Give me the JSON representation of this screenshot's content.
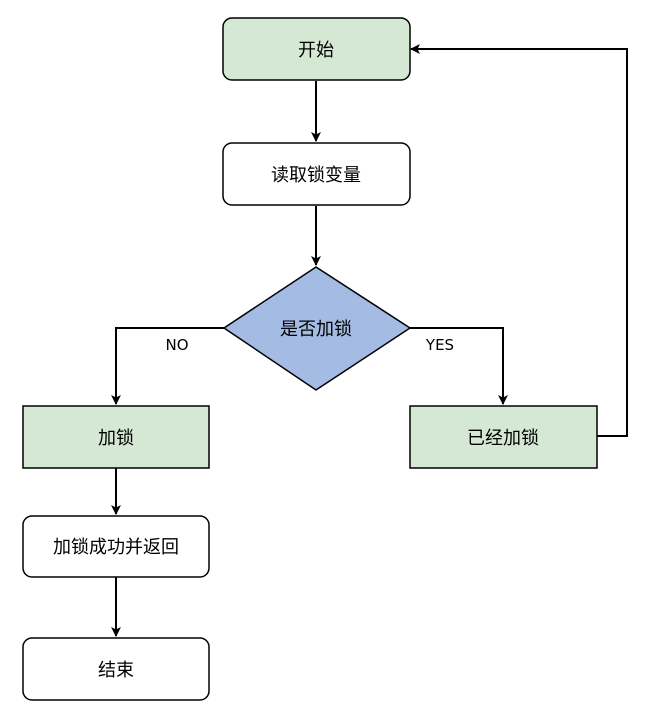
{
  "colors": {
    "green_fill": "#d5e8d4",
    "white_fill": "#ffffff",
    "blue_fill": "#a4bbe4",
    "stroke": "#000000"
  },
  "nodes": {
    "start": "开始",
    "read_lock": "读取锁变量",
    "is_locked": "是否加锁",
    "lock": "加锁",
    "already_locked": "已经加锁",
    "lock_success": "加锁成功并返回",
    "end": "结束"
  },
  "edge_labels": {
    "no": "NO",
    "yes": "YES"
  }
}
